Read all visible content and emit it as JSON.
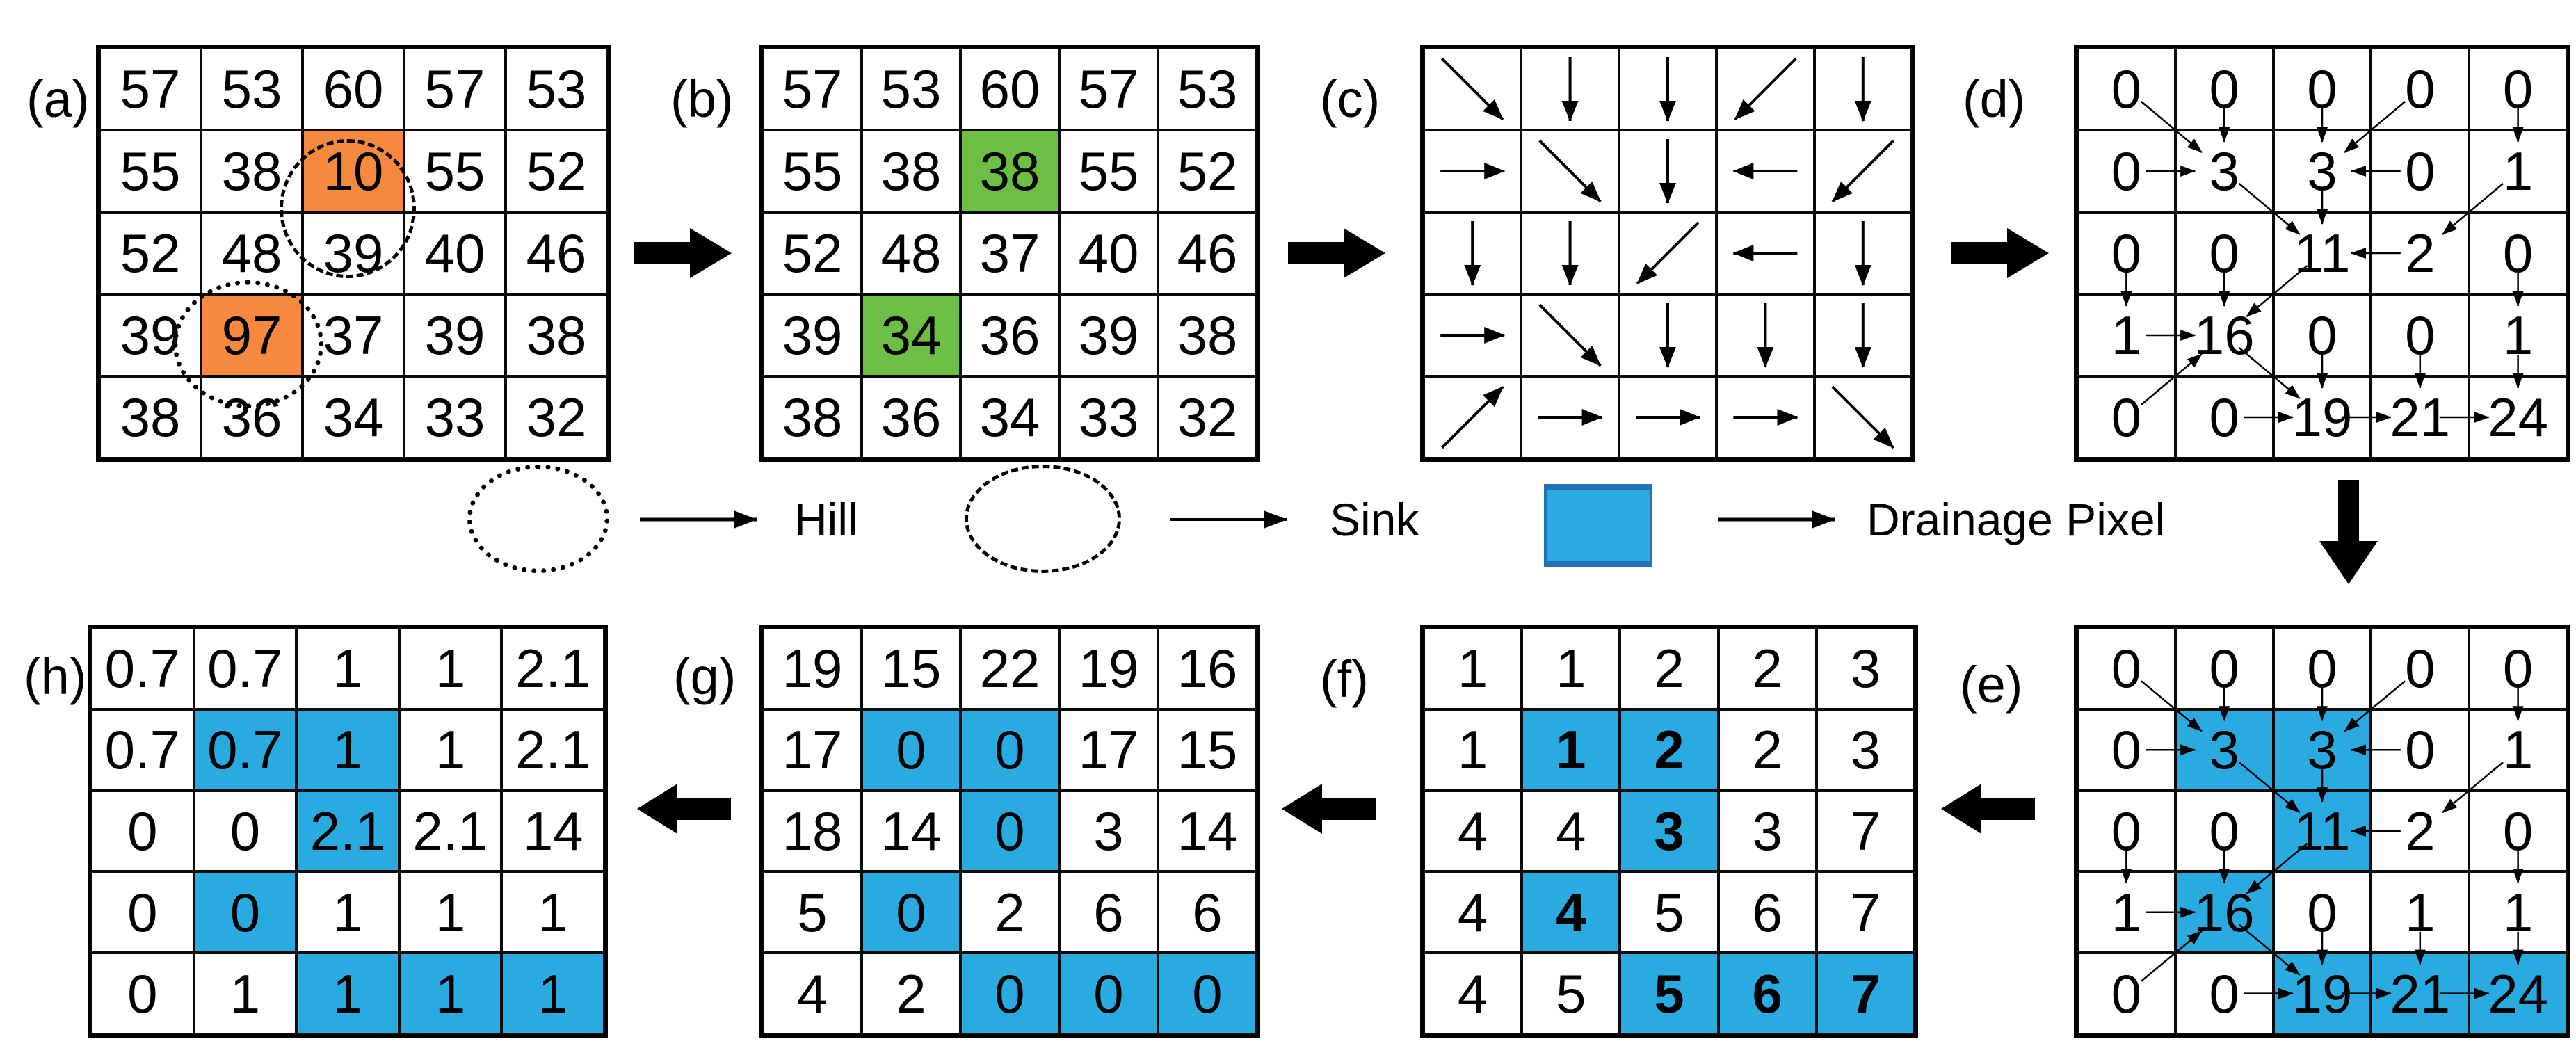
{
  "figure": {
    "description": "DEM hydrological processing workflow: elevation grid with hill and sink, filled DEM, flow direction, flow accumulation, drainage network extraction",
    "colors": {
      "orange_highlight": "#F6893D",
      "green_highlight": "#6CBE45",
      "blue_drainage": "#29ABE2",
      "blue_border": "#2272B5",
      "line": "#000000"
    }
  },
  "legend": {
    "hill_label": "Hill",
    "sink_label": "Sink",
    "drainage_label": "Drainage Pixel",
    "hill_symbol": "dotted-ellipse",
    "sink_symbol": "dashed-ellipse",
    "drainage_symbol": "blue-square"
  },
  "grids": {
    "a": {
      "label": "(a)",
      "values": [
        [
          "57",
          "53",
          "60",
          "57",
          "53"
        ],
        [
          "55",
          "38",
          "10",
          "55",
          "52"
        ],
        [
          "52",
          "48",
          "39",
          "40",
          "46"
        ],
        [
          "39",
          "97",
          "37",
          "39",
          "38"
        ],
        [
          "38",
          "36",
          "34",
          "33",
          "32"
        ]
      ],
      "orange_cells": [
        [
          1,
          2
        ],
        [
          3,
          1
        ]
      ],
      "sink_ellipse_cell": [
        1,
        2
      ],
      "hill_ellipse_cell": [
        3,
        1
      ]
    },
    "b": {
      "label": "(b)",
      "values": [
        [
          "57",
          "53",
          "60",
          "57",
          "53"
        ],
        [
          "55",
          "38",
          "38",
          "55",
          "52"
        ],
        [
          "52",
          "48",
          "37",
          "40",
          "46"
        ],
        [
          "39",
          "34",
          "36",
          "39",
          "38"
        ],
        [
          "38",
          "36",
          "34",
          "33",
          "32"
        ]
      ],
      "green_cells": [
        [
          1,
          2
        ],
        [
          3,
          1
        ]
      ]
    },
    "c": {
      "label": "(c)",
      "directions": [
        [
          "SE",
          "S",
          "S",
          "SW",
          "S"
        ],
        [
          "E",
          "SE",
          "S",
          "W",
          "SW"
        ],
        [
          "S",
          "S",
          "SW",
          "W",
          "S"
        ],
        [
          "E",
          "SE",
          "S",
          "S",
          "S"
        ],
        [
          "NE",
          "E",
          "E",
          "E",
          "SE"
        ]
      ]
    },
    "d": {
      "label": "(d)",
      "values": [
        [
          "0",
          "0",
          "0",
          "0",
          "0"
        ],
        [
          "0",
          "3",
          "3",
          "0",
          "1"
        ],
        [
          "0",
          "0",
          "11",
          "2",
          "0"
        ],
        [
          "1",
          "16",
          "0",
          "0",
          "1"
        ],
        [
          "0",
          "0",
          "19",
          "21",
          "24"
        ]
      ],
      "flow_directions": [
        [
          "SE",
          "S",
          "S",
          "SW",
          "S"
        ],
        [
          "E",
          "SE",
          "S",
          "W",
          "SW"
        ],
        [
          "S",
          "S",
          "SW",
          "W",
          "S"
        ],
        [
          "E",
          "SE",
          "S",
          "S",
          "S"
        ],
        [
          "NE",
          "E",
          "E",
          "E",
          "SE"
        ]
      ],
      "no_flow_cells": [
        [
          4,
          4
        ]
      ]
    },
    "e": {
      "label": "(e)",
      "values": [
        [
          "0",
          "0",
          "0",
          "0",
          "0"
        ],
        [
          "0",
          "3",
          "3",
          "0",
          "1"
        ],
        [
          "0",
          "0",
          "11",
          "2",
          "0"
        ],
        [
          "1",
          "16",
          "0",
          "1",
          "1"
        ],
        [
          "0",
          "0",
          "19",
          "21",
          "24"
        ]
      ],
      "blue_cells": [
        [
          1,
          1
        ],
        [
          1,
          2
        ],
        [
          2,
          2
        ],
        [
          3,
          1
        ],
        [
          4,
          2
        ],
        [
          4,
          3
        ],
        [
          4,
          4
        ]
      ],
      "flow_directions": [
        [
          "SE",
          "S",
          "S",
          "SW",
          "S"
        ],
        [
          "E",
          "SE",
          "S",
          "W",
          "SW"
        ],
        [
          "S",
          "S",
          "SW",
          "W",
          "S"
        ],
        [
          "E",
          "SE",
          "S",
          "S",
          "S"
        ],
        [
          "NE",
          "E",
          "E",
          "E",
          "SE"
        ]
      ],
      "no_flow_cells": [
        [
          4,
          4
        ]
      ]
    },
    "f": {
      "label": "(f)",
      "values": [
        [
          "1",
          "1",
          "2",
          "2",
          "3"
        ],
        [
          "1",
          "1",
          "2",
          "2",
          "3"
        ],
        [
          "4",
          "4",
          "3",
          "3",
          "7"
        ],
        [
          "4",
          "4",
          "5",
          "6",
          "7"
        ],
        [
          "4",
          "5",
          "5",
          "6",
          "7"
        ]
      ],
      "blue_cells": [
        [
          1,
          1
        ],
        [
          1,
          2
        ],
        [
          2,
          2
        ],
        [
          3,
          1
        ],
        [
          4,
          2
        ],
        [
          4,
          3
        ],
        [
          4,
          4
        ]
      ],
      "bold_blue": true
    },
    "g": {
      "label": "(g)",
      "values": [
        [
          "19",
          "15",
          "22",
          "19",
          "16"
        ],
        [
          "17",
          "0",
          "0",
          "17",
          "15"
        ],
        [
          "18",
          "14",
          "0",
          "3",
          "14"
        ],
        [
          "5",
          "0",
          "2",
          "6",
          "6"
        ],
        [
          "4",
          "2",
          "0",
          "0",
          "0"
        ]
      ],
      "blue_cells": [
        [
          1,
          1
        ],
        [
          1,
          2
        ],
        [
          2,
          2
        ],
        [
          3,
          1
        ],
        [
          4,
          2
        ],
        [
          4,
          3
        ],
        [
          4,
          4
        ]
      ]
    },
    "h": {
      "label": "(h)",
      "values": [
        [
          "0.7",
          "0.7",
          "1",
          "1",
          "2.1"
        ],
        [
          "0.7",
          "0.7",
          "1",
          "1",
          "2.1"
        ],
        [
          "0",
          "0",
          "2.1",
          "2.1",
          "14"
        ],
        [
          "0",
          "0",
          "1",
          "1",
          "1"
        ],
        [
          "0",
          "1",
          "1",
          "1",
          "1"
        ]
      ],
      "blue_cells": [
        [
          1,
          1
        ],
        [
          1,
          2
        ],
        [
          2,
          2
        ],
        [
          3,
          1
        ],
        [
          4,
          2
        ],
        [
          4,
          3
        ],
        [
          4,
          4
        ]
      ]
    }
  }
}
